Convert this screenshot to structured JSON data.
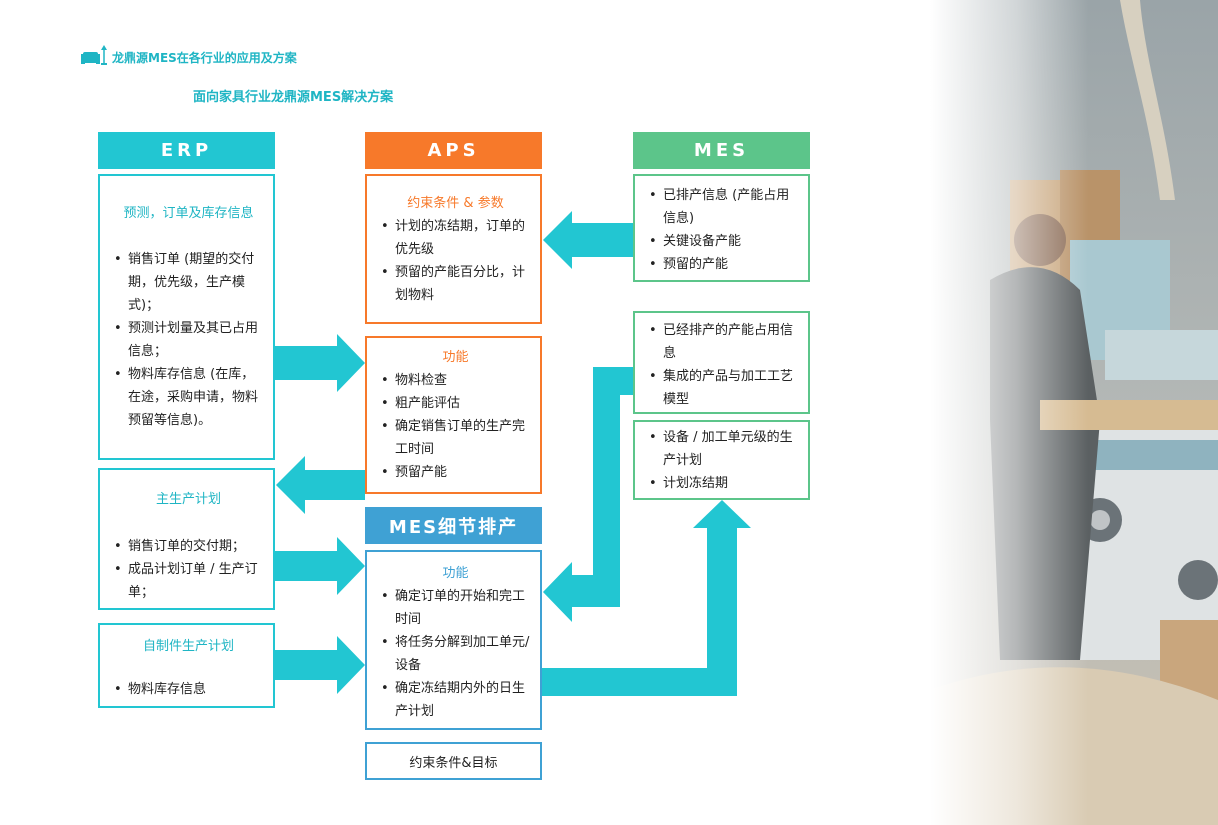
{
  "header": {
    "brand_text": "龙鼎源MES在各行业的应用及方案",
    "subtitle": "面向家具行业龙鼎源MES解决方案"
  },
  "columns": {
    "erp": "ERP",
    "aps": "APS",
    "mes": "MES",
    "mes_detail": "MES细节排产"
  },
  "erp_boxes": [
    {
      "title": "预测，订单及库存信息",
      "items": [
        "销售订单 (期望的交付期，优先级，生产模式)；",
        "预测计划量及其已占用信息；",
        "物料库存信息 (在库，在途，采购申请，物料预留等信息)。"
      ]
    },
    {
      "title": "主生产计划",
      "items": [
        "销售订单的交付期；",
        "成品计划订单 / 生产订单；"
      ]
    },
    {
      "title": "自制件生产计划",
      "items": [
        "物料库存信息"
      ]
    }
  ],
  "aps_boxes": [
    {
      "title": "约束条件 & 参数",
      "items": [
        "计划的冻结期，订单的优先级",
        "预留的产能百分比，计划物料"
      ]
    },
    {
      "title": "功能",
      "items": [
        "物料检查",
        "粗产能评估",
        "确定销售订单的生产完工时间",
        "预留产能"
      ]
    }
  ],
  "mes_boxes": [
    {
      "items": [
        "已排产信息 (产能占用信息)",
        "关键设备产能",
        "预留的产能"
      ]
    },
    {
      "items": [
        "已经排产的产能占用信息",
        "集成的产品与加工工艺模型"
      ]
    },
    {
      "items": [
        "设备 / 加工单元级的生产计划",
        "计划冻结期"
      ]
    }
  ],
  "mes_detail_box": {
    "title": "功能",
    "items": [
      "确定订单的开始和完工时间",
      "将任务分解到加工单元/设备",
      "确定冻结期内外的日生产计划"
    ]
  },
  "goal_box": "约束条件&目标",
  "colors": {
    "teal": "#22c6d2",
    "orange": "#f7792a",
    "green": "#5cc58a",
    "blue": "#3fa1d4"
  }
}
